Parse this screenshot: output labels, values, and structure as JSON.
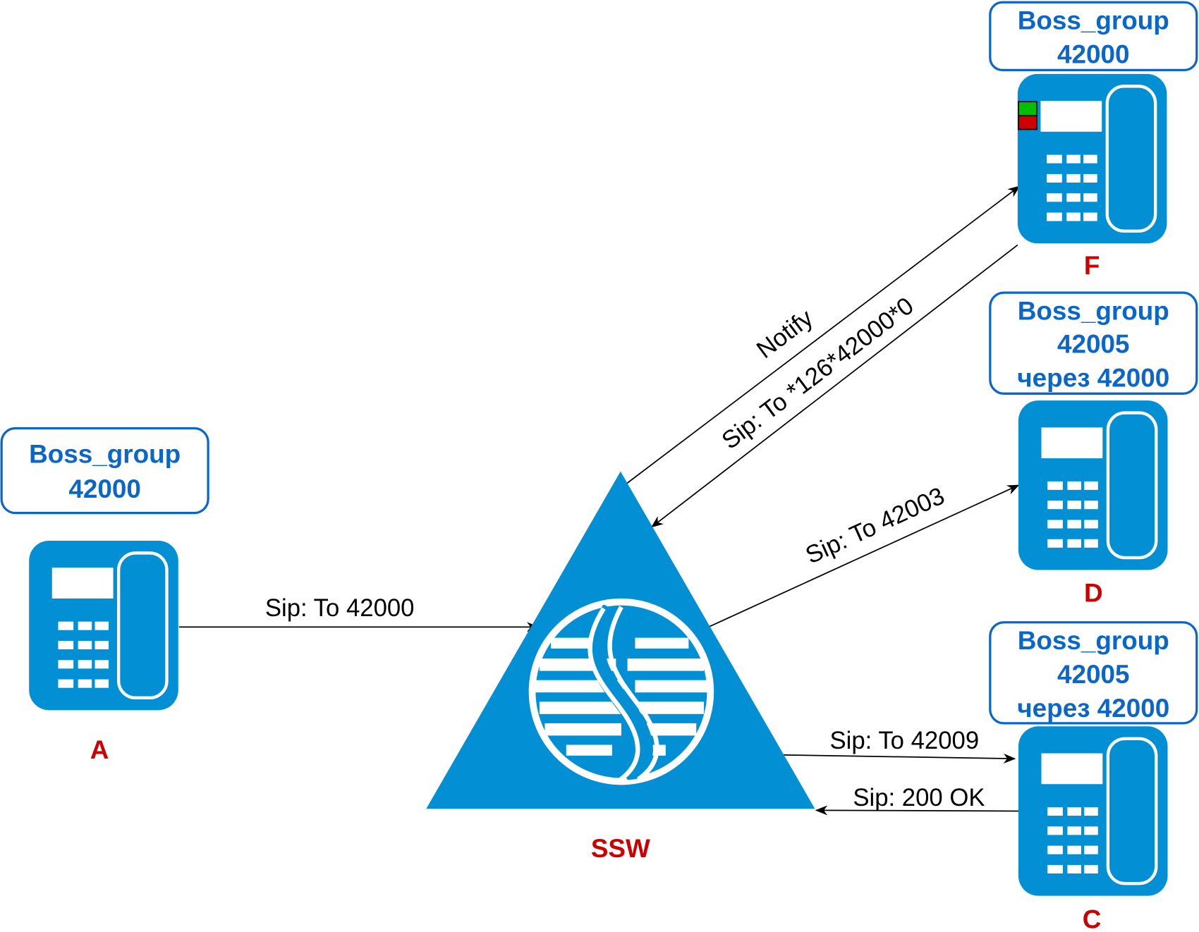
{
  "diagram": {
    "colors": {
      "device_blue": "#038fd4",
      "label_blue": "#0a66c8",
      "node_name_red": "#cc0000",
      "led_green": "#00c000",
      "led_red": "#cc0000"
    },
    "nodes": {
      "A": {
        "name": "A",
        "label_lines": [
          "Boss_group",
          "42000"
        ]
      },
      "F": {
        "name": "F",
        "label_lines": [
          "Boss_group",
          "42000"
        ],
        "status_leds": [
          "green",
          "red"
        ]
      },
      "D": {
        "name": "D",
        "label_lines": [
          "Boss_group",
          "42005",
          "через 42000"
        ]
      },
      "C": {
        "name": "C",
        "label_lines": [
          "Boss_group",
          "42005",
          "через 42000"
        ]
      },
      "SSW": {
        "name": "SSW"
      }
    },
    "edges": [
      {
        "id": "a-ssw",
        "from": "A",
        "to": "SSW",
        "label": "Sip: To 42000"
      },
      {
        "id": "ssw-f-notify",
        "from": "SSW",
        "to": "F",
        "label": "Notify"
      },
      {
        "id": "f-ssw",
        "from": "F",
        "to": "SSW",
        "label": "Sip: To *126*42000*0"
      },
      {
        "id": "ssw-d",
        "from": "SSW",
        "to": "D",
        "label": "Sip: To 42003"
      },
      {
        "id": "ssw-c",
        "from": "SSW",
        "to": "C",
        "label": "Sip: To 42009"
      },
      {
        "id": "c-ssw",
        "from": "C",
        "to": "SSW",
        "label": "Sip: 200 OK"
      }
    ]
  }
}
